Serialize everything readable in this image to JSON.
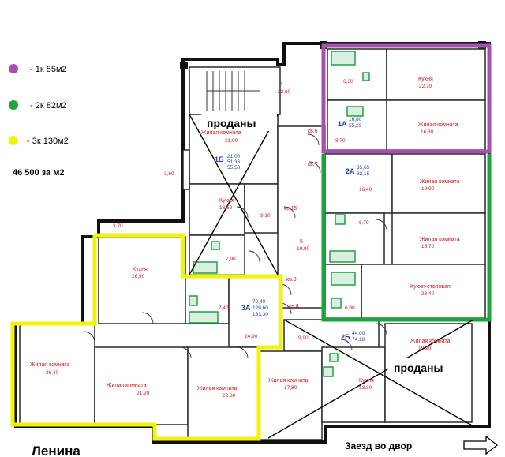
{
  "legend": {
    "items": [
      {
        "color": "#a74fb0",
        "text": "- 1к 55м2"
      },
      {
        "color": "#1aa63a",
        "text": "- 2к 82м2"
      },
      {
        "color": "#f2f20a",
        "text": "- 3к 130м2"
      }
    ],
    "price": "46 500 за м2"
  },
  "colors": {
    "purple": "#a74fb0",
    "green": "#1aa63a",
    "yellow": "#f2f20a",
    "red": "#d4141a",
    "blue": "#1c3fb0"
  },
  "sold": {
    "top": "проданы",
    "bottom": "проданы"
  },
  "street": "Ленина",
  "entrance": {
    "text": "Заезд во двор",
    "icon": "arrow-right-icon"
  },
  "rooms": {
    "r1a_kitchen": {
      "name": "Кухня",
      "area": "22,70"
    },
    "r1a_bath": {
      "area": "6,30"
    },
    "r1a_hall": {
      "area": "9,70"
    },
    "r1a_living": {
      "name": "Жилая комната",
      "area": "16,80"
    },
    "r1a_tag": {
      "id": "1А",
      "a1": "16,80",
      "a2": "55,29"
    },
    "r_top_stair": {
      "num": "4",
      "area": "22,60"
    },
    "r1b_living": {
      "name": "Жилая комната",
      "area": "21,00"
    },
    "r1b_tag": {
      "id": "1Б",
      "a1": "21,00",
      "a2": "51,36",
      "a3": "55,50"
    },
    "r1b_kitchen": {
      "name": "Кухня",
      "area": "13,50"
    },
    "r1b_hall": {
      "area": "9,10"
    },
    "r1b_bath": {
      "area": "7,90"
    },
    "r_left_316": {
      "area": "3,60"
    },
    "r_balcony_370": {
      "area": "3,70"
    },
    "r2a_tag": {
      "id": "2А",
      "a1": "35,65",
      "a2": "82,15"
    },
    "r2a_hall": {
      "area": "16,40"
    },
    "r2a_living1": {
      "name": "Жилая комната",
      "area": "19,90"
    },
    "r2a_bath": {
      "area": "6,70"
    },
    "r2a_living2": {
      "name": "Жилая комната",
      "area": "15,70"
    },
    "r2a_kitchen": {
      "name": "Кухня-столовая",
      "area": "23,40"
    },
    "r2a_bath2": {
      "area": "6,90"
    },
    "corridor": {
      "num": "5",
      "area": "19,90"
    },
    "r3a_kitchen": {
      "name": "Кухня",
      "area": "26,90"
    },
    "r3a_bath": {
      "area": "7,40"
    },
    "r3a_tag": {
      "id": "3А",
      "a1": "70,40",
      "a2": "129,60",
      "a3": "133,30"
    },
    "r3a_hall": {
      "area": "24,90"
    },
    "r3a_living1": {
      "name": "Жилая комната",
      "area": "26,40"
    },
    "r3a_living2": {
      "name": "Жилая комната",
      "area": "21,20"
    },
    "r3a_living3": {
      "name": "Жилая комната",
      "area": "22,80"
    },
    "r2b_hall": {
      "area": "9,90"
    },
    "r2b_tag": {
      "id": "2Б",
      "a1": "44,00",
      "a2": "74,18"
    },
    "r2b_living1": {
      "name": "Жилая комната",
      "area": "17,80"
    },
    "r2b_kitchen": {
      "name": "Кухня",
      "area": "13,30"
    },
    "r2b_living2": {
      "name": "Жилая комната",
      "area": "19,20"
    },
    "kv_labels": [
      "кв.6",
      "кв.7",
      "кв.15",
      "кв.9",
      "кв.8"
    ]
  }
}
